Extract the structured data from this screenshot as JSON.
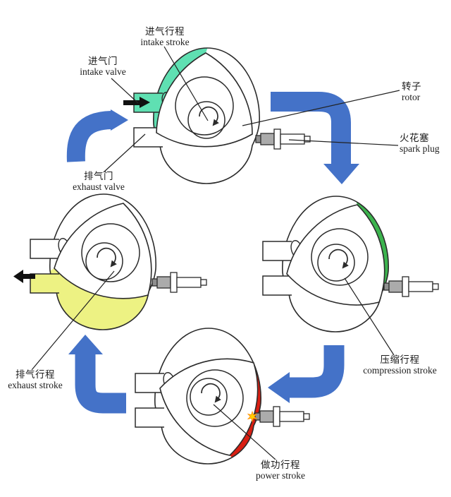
{
  "diagram": {
    "type": "wankel-rotary-engine-four-stroke-cycle",
    "stages": [
      "intake",
      "compression",
      "power",
      "exhaust"
    ]
  },
  "labels": {
    "intake_stroke": {
      "zh": "进气行程",
      "en": "intake stroke"
    },
    "intake_valve": {
      "zh": "进气门",
      "en": "intake valve"
    },
    "exhaust_valve": {
      "zh": "排气门",
      "en": "exhaust valve"
    },
    "rotor": {
      "zh": "转子",
      "en": "rotor"
    },
    "spark_plug": {
      "zh": "火花塞",
      "en": "spark plug"
    },
    "compression_stroke": {
      "zh": "压缩行程",
      "en": "compression stroke"
    },
    "power_stroke": {
      "zh": "做功行程",
      "en": "power stroke"
    },
    "exhaust_stroke": {
      "zh": "排气行程",
      "en": "exhaust stroke"
    }
  },
  "colors": {
    "flow_arrow_blue": "#4472c8",
    "intake_fill": "#5fe0b2",
    "compression_fill": "#3cb44e",
    "power_fill": "#d91e12",
    "exhaust_fill": "#edf283",
    "flame": "#ffd000",
    "flame_edge": "#ff8c00",
    "outline": "#2b2b2b",
    "gas_arrow_black": "#111111",
    "plug_body_gray": "#ababab",
    "plug_nub_gray": "#8f8f8f",
    "housing_fill": "#ffffff"
  },
  "icons": {
    "rotation_direction": "clockwise-rotation-arrow",
    "gas_in": "black-right-arrow",
    "gas_out": "black-left-arrow"
  }
}
